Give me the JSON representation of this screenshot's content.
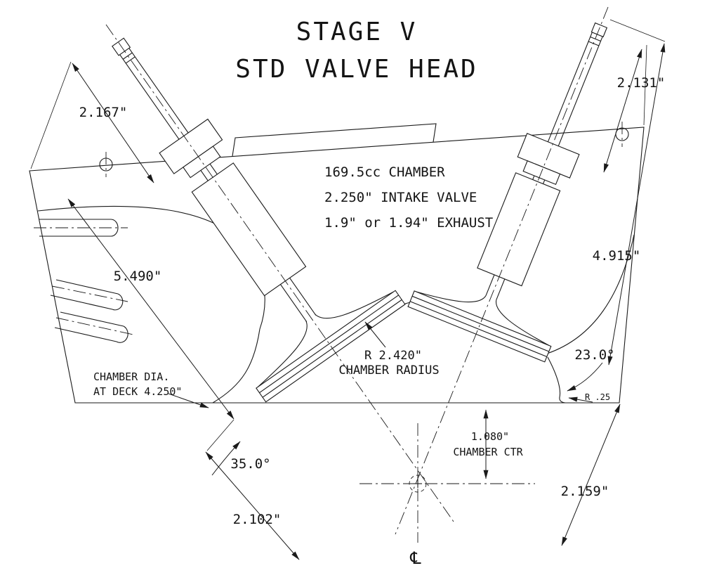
{
  "title": {
    "line1": "STAGE V",
    "line2": "STD VALVE HEAD"
  },
  "chamber_specs": {
    "line1": "169.5cc CHAMBER",
    "line2": "2.250\" INTAKE VALVE",
    "line3": "1.9\" or 1.94\" EXHAUST"
  },
  "dims": {
    "intake_tip": "2.167\"",
    "exhaust_tip": "2.131\"",
    "intake_length": "5.490\"",
    "exhaust_length": "4.915\"",
    "exhaust_angle": "23.0°",
    "intake_angle": "35.0°",
    "intake_offset": "2.102\"",
    "exhaust_offset": "2.159\"",
    "chamber_radius_value": "R 2.420\"",
    "chamber_radius_label": "CHAMBER RADIUS",
    "chamber_dia_line1": "CHAMBER DIA.",
    "chamber_dia_line2": "AT DECK 4.250\"",
    "chamber_ctr_value": "1.080\"",
    "chamber_ctr_label": "CHAMBER CTR",
    "deck_fillet": "R .25",
    "centerline_symbol": "℄"
  },
  "colors": {
    "line": "#1a1a1a",
    "background": "#ffffff"
  }
}
